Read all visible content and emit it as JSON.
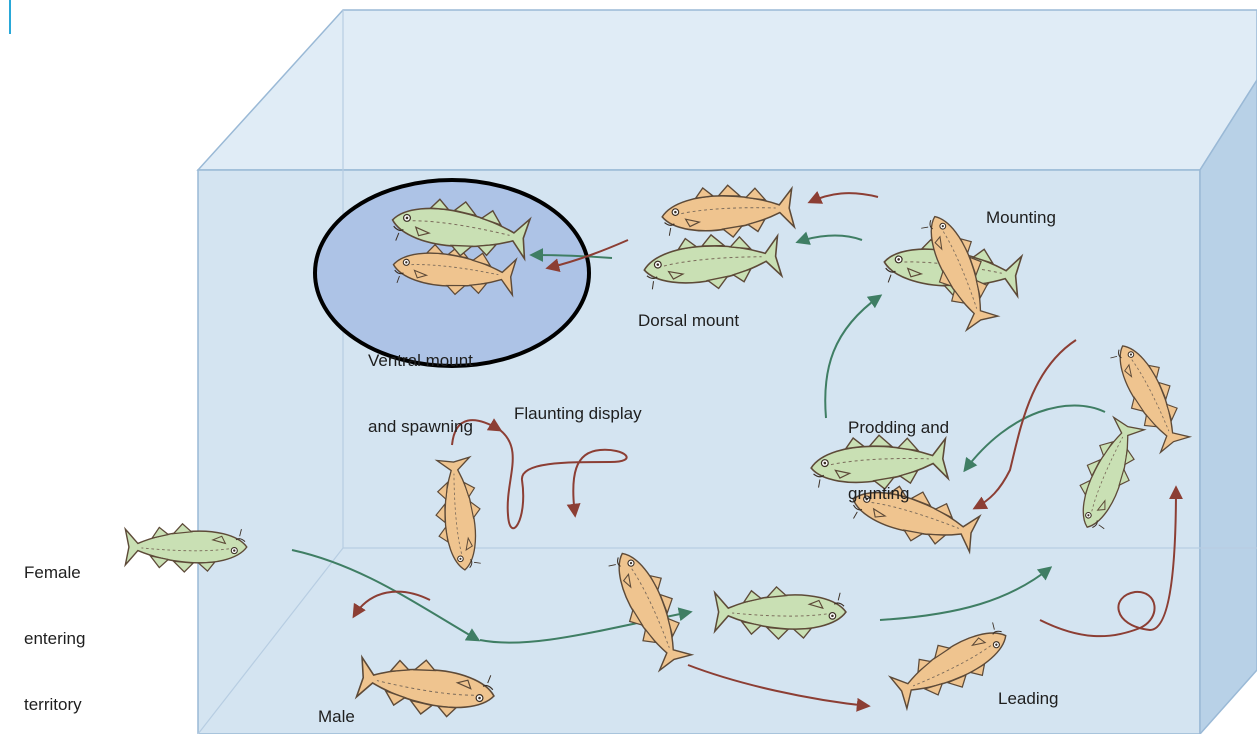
{
  "diagram": {
    "labels": {
      "female": [
        "Female",
        "entering",
        "territory"
      ],
      "male": "Male",
      "flaunting": "Flaunting display",
      "prodding": [
        "Prodding and",
        "grunting"
      ],
      "mounting": "Mounting",
      "dorsal": "Dorsal mount",
      "ventral": [
        "Ventral mount",
        "and spawning"
      ],
      "leading": "Leading"
    },
    "colors": {
      "tank_fill": "#d4e4f1",
      "tank_edge": "#9ab9d6",
      "highlight_fill": "#adc3e6",
      "highlight_stroke": "#000000",
      "female_fish": "#c9e0b4",
      "male_fish": "#efc48f",
      "female_path": "#3f7e64",
      "male_path": "#8c3e34"
    }
  }
}
